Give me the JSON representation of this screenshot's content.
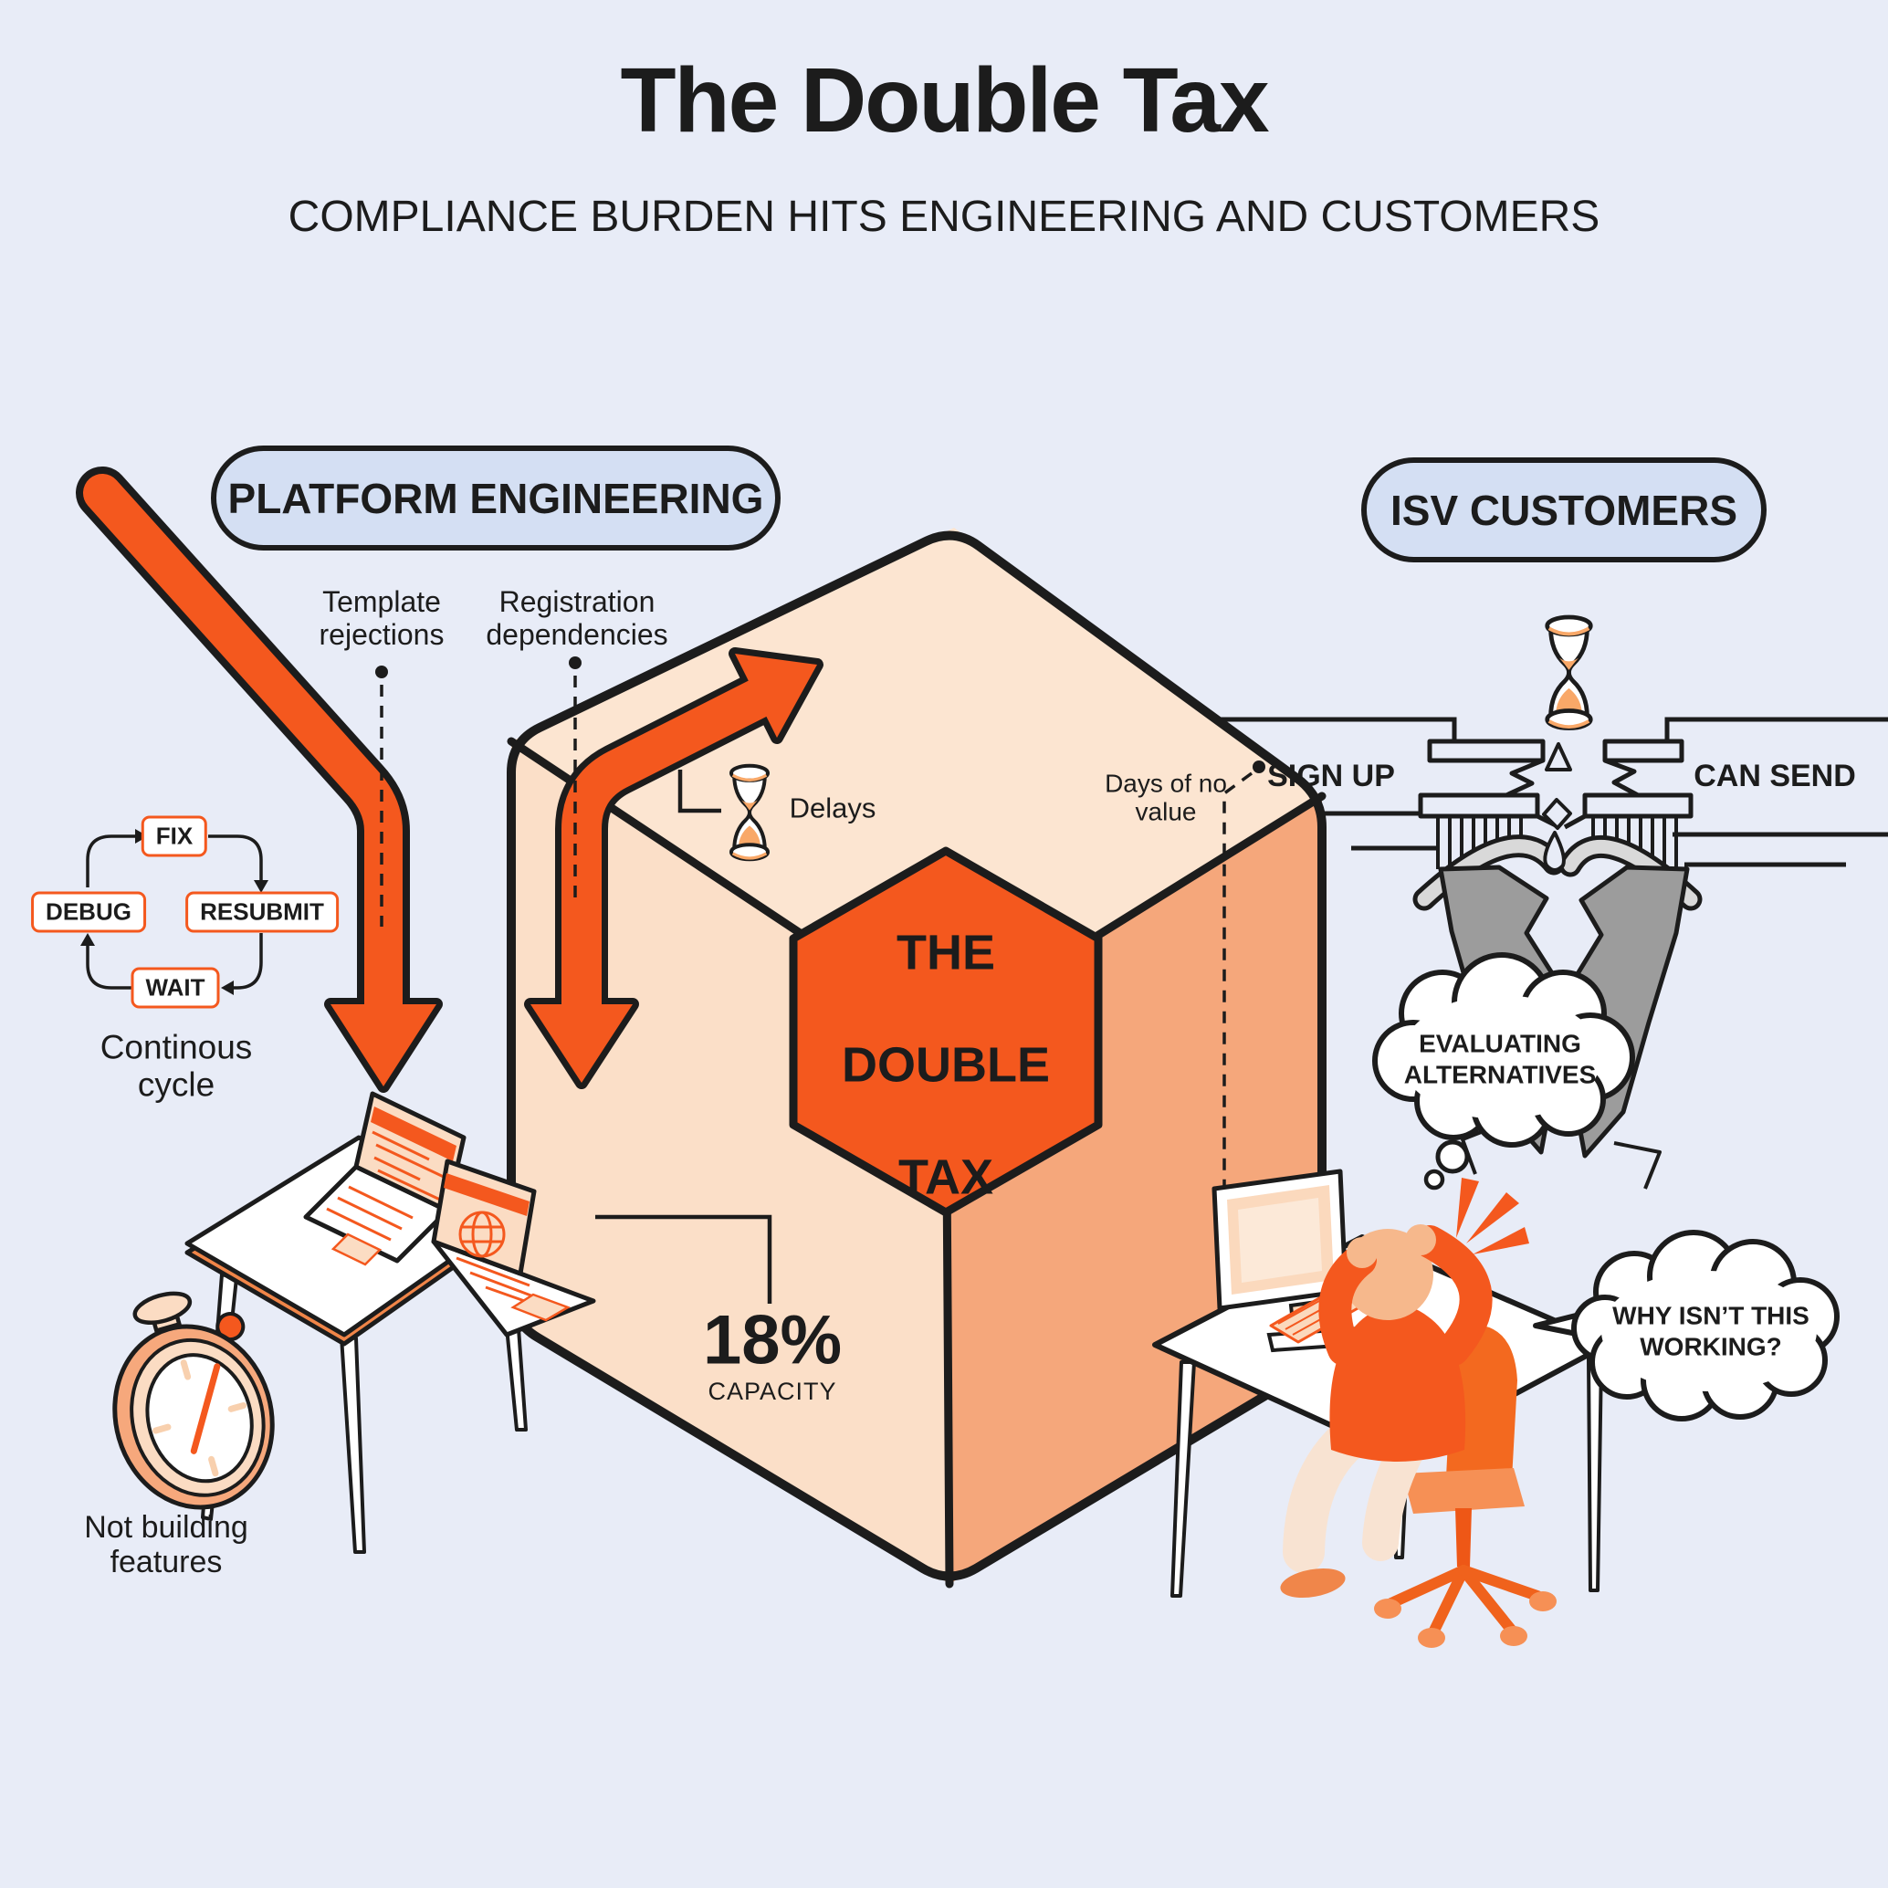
{
  "header": {
    "title": "The Double Tax",
    "subtitle": "COMPLIANCE BURDEN HITS ENGINEERING AND CUSTOMERS"
  },
  "platform": {
    "badge": "PLATFORM ENGINEERING",
    "template_rejections": "Template rejections",
    "registration_dependencies": "Registration dependencies",
    "cycle": {
      "fix": "FIX",
      "resubmit": "RESUBMIT",
      "wait": "WAIT",
      "debug": "DEBUG",
      "caption": "Continous cycle"
    },
    "delays_label": "Delays",
    "capacity_value": "18%",
    "capacity_label": "CAPACITY",
    "stopwatch_caption": "Not building features"
  },
  "isv": {
    "badge": "ISV CUSTOMERS",
    "sign_up": "SIGN UP",
    "can_send": "CAN SEND",
    "days_of_no_value": "Days of no value",
    "thought_bubble": "EVALUATING ALTERNATIVES",
    "speech_bubble": "WHY ISN’T THIS WORKING?"
  },
  "cube_label": {
    "line1": "THE",
    "line2": "DOUBLE",
    "line3": "TAX"
  },
  "colors": {
    "background": "#E8ECF7",
    "badge_fill": "#D4DFF3",
    "orange": "#F4581E",
    "orange_mid": "#F6A87C",
    "peach_top": "#FCE5D1",
    "peach_left": "#FBDFC8",
    "peach_right": "#F5A77B",
    "ink": "#1C1C1C",
    "rubble_gray": "#9C9C9C",
    "arch_gray": "#D9D9D9"
  }
}
